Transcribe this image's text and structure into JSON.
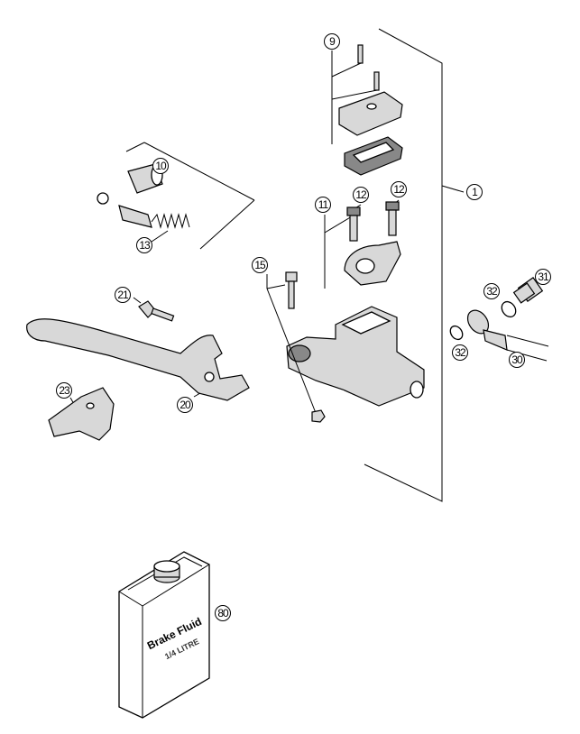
{
  "title": "Front brake master cylinder exploded parts diagram",
  "callouts": {
    "c1": "1",
    "c9": "9",
    "c10": "10",
    "c11": "11",
    "c12a": "12",
    "c12b": "12",
    "c13": "13",
    "c15": "15",
    "c20": "20",
    "c21": "21",
    "c23": "23",
    "c30": "30",
    "c31": "31",
    "c32a": "32",
    "c32b": "32",
    "c80": "80"
  },
  "bottle": {
    "brand": "Brake Fluid",
    "volume": "1/4 LITRE"
  }
}
